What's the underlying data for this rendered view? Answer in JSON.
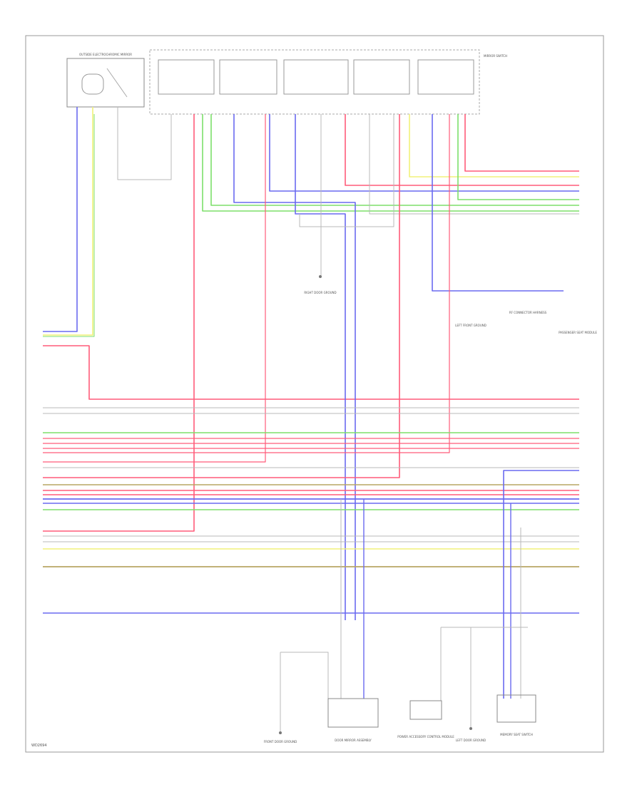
{
  "colors": {
    "red": "#ff5c7a",
    "green": "#7ddf6a",
    "blue": "#6a6af0",
    "yellow": "#f2f27a",
    "olive": "#b8a664",
    "gray": "#b8b8b8",
    "border": "#9a9a9a"
  },
  "components": {
    "top_left_module": "OUTSIDE ELECTROCHROMIC MIRROR",
    "switch_block": "MIRROR SWITCH",
    "center_ground": "RIGHT DOOR GROUND",
    "right_connector": "RF CONNECTOR HARNESS",
    "left_note": "LEFT FRONT GROUND",
    "right_note": "PASSENGER SEAT MODULE",
    "bottom_ground_1": "FRONT DOOR GROUND",
    "bottom_module_1": "DOOR MIRROR ASSEMBLY",
    "bottom_module_2": "POWER ACCESSORY CONTROL MODULE",
    "bottom_ground_2": "LEFT DOOR GROUND",
    "bottom_module_3": "MEMORY SEAT SWITCH"
  },
  "footer": {
    "code": "WD2694"
  }
}
